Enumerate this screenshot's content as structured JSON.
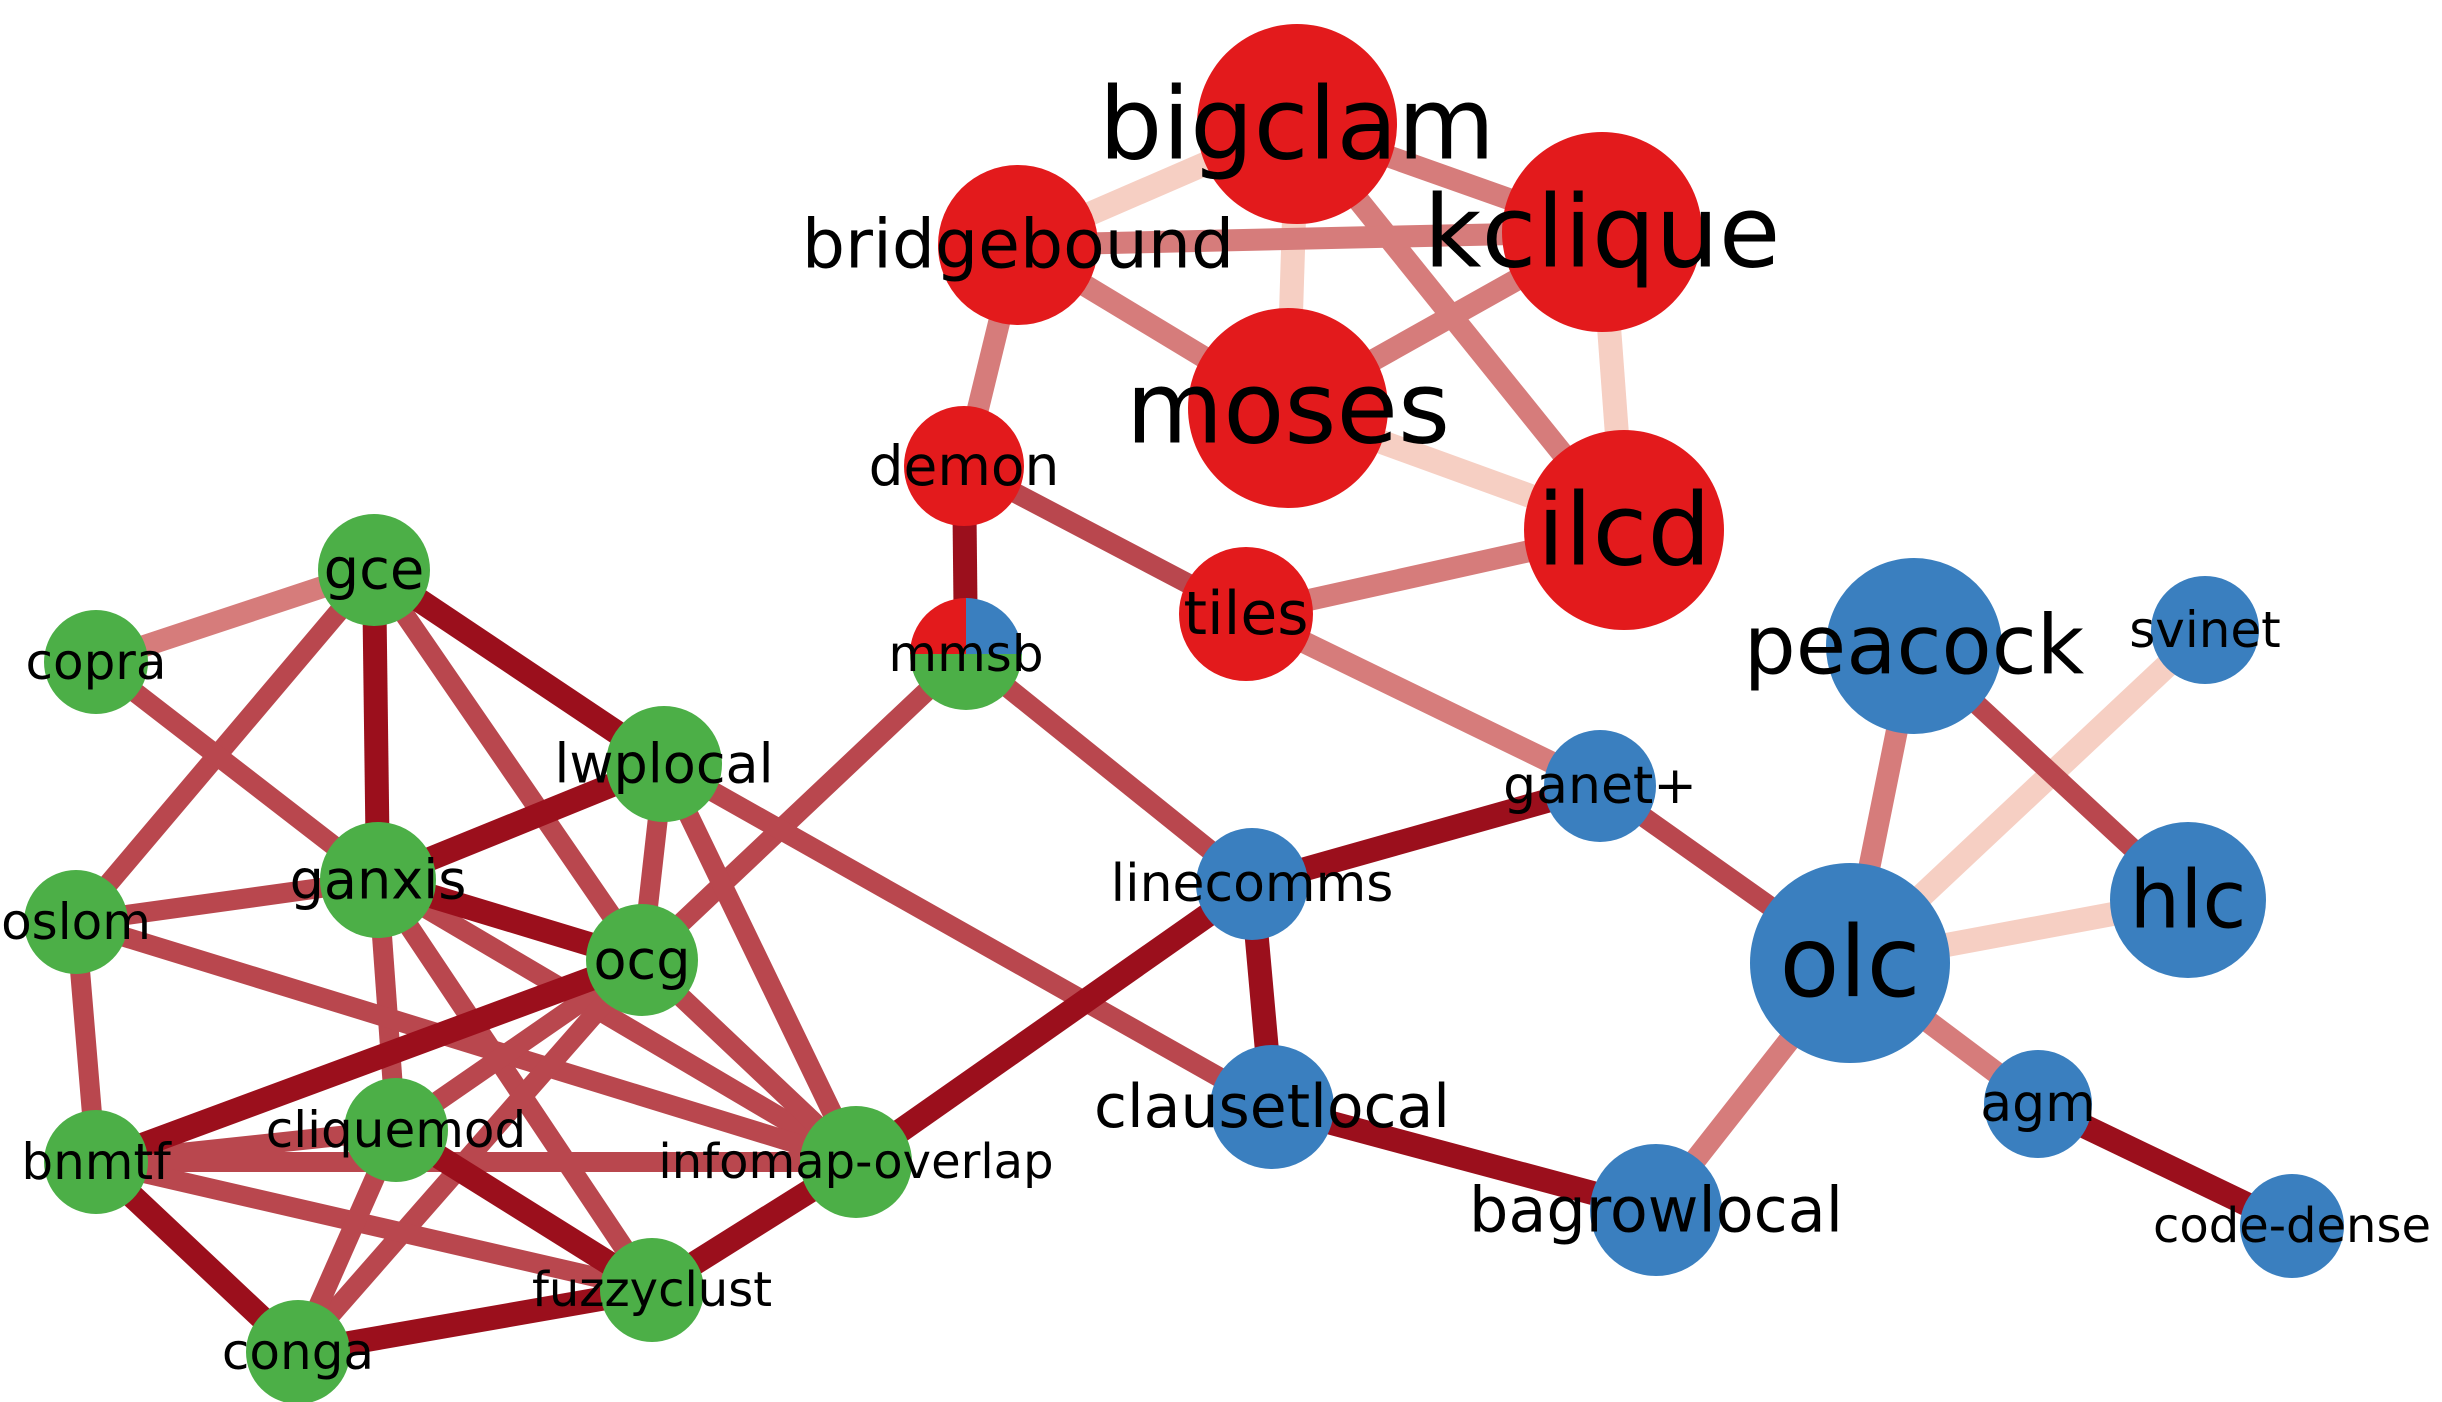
{
  "colors": {
    "red_group": "#e31a1c",
    "blue_group": "#3a7fbf",
    "green_group": "#4caf47",
    "edge_strong": "#9b0f1c",
    "edge_medium": "#b9474e",
    "edge_light": "#d67c7b",
    "edge_faint": "#f6cfc3"
  },
  "nodes": [
    {
      "id": "bigclam",
      "label": "bigclam",
      "group": "red"
    },
    {
      "id": "kclique",
      "label": "kclique",
      "group": "red"
    },
    {
      "id": "bridgebound",
      "label": "bridgebound",
      "group": "red"
    },
    {
      "id": "moses",
      "label": "moses",
      "group": "red"
    },
    {
      "id": "ilcd",
      "label": "ilcd",
      "group": "red"
    },
    {
      "id": "demon",
      "label": "demon",
      "group": "red"
    },
    {
      "id": "tiles",
      "label": "tiles",
      "group": "red"
    },
    {
      "id": "mmsb",
      "label": "mmsb",
      "group": "mixed"
    },
    {
      "id": "peacock",
      "label": "peacock",
      "group": "blue"
    },
    {
      "id": "svinet",
      "label": "svinet",
      "group": "blue"
    },
    {
      "id": "ganet",
      "label": "ganet+",
      "group": "blue"
    },
    {
      "id": "linecomms",
      "label": "linecomms",
      "group": "blue"
    },
    {
      "id": "hlc",
      "label": "hlc",
      "group": "blue"
    },
    {
      "id": "olc",
      "label": "olc",
      "group": "blue"
    },
    {
      "id": "clausetlocal",
      "label": "clausetlocal",
      "group": "blue"
    },
    {
      "id": "agm",
      "label": "agm",
      "group": "blue"
    },
    {
      "id": "bagrowlocal",
      "label": "bagrowlocal",
      "group": "blue"
    },
    {
      "id": "codedense",
      "label": "code-dense",
      "group": "blue"
    },
    {
      "id": "gce",
      "label": "gce",
      "group": "green"
    },
    {
      "id": "copra",
      "label": "copra",
      "group": "green"
    },
    {
      "id": "lwplocal",
      "label": "lwplocal",
      "group": "green"
    },
    {
      "id": "ganxis",
      "label": "ganxis",
      "group": "green"
    },
    {
      "id": "oslom",
      "label": "oslom",
      "group": "green"
    },
    {
      "id": "ocg",
      "label": "ocg",
      "group": "green"
    },
    {
      "id": "bnmtf",
      "label": "bnmtf",
      "group": "green"
    },
    {
      "id": "cliquemod",
      "label": "cliquemod",
      "group": "green"
    },
    {
      "id": "infomap",
      "label": "infomap-overlap",
      "group": "green"
    },
    {
      "id": "fuzzyclust",
      "label": "fuzzyclust",
      "group": "green"
    },
    {
      "id": "conga",
      "label": "conga",
      "group": "green"
    }
  ],
  "edges": [
    {
      "from": "bigclam",
      "to": "kclique",
      "strength": "light"
    },
    {
      "from": "bigclam",
      "to": "bridgebound",
      "strength": "faint"
    },
    {
      "from": "bigclam",
      "to": "moses",
      "strength": "faint"
    },
    {
      "from": "bigclam",
      "to": "ilcd",
      "strength": "light"
    },
    {
      "from": "bridgebound",
      "to": "kclique",
      "strength": "light"
    },
    {
      "from": "bridgebound",
      "to": "moses",
      "strength": "light"
    },
    {
      "from": "bridgebound",
      "to": "demon",
      "strength": "light"
    },
    {
      "from": "kclique",
      "to": "moses",
      "strength": "light"
    },
    {
      "from": "kclique",
      "to": "ilcd",
      "strength": "faint"
    },
    {
      "from": "moses",
      "to": "ilcd",
      "strength": "faint"
    },
    {
      "from": "ilcd",
      "to": "tiles",
      "strength": "light"
    },
    {
      "from": "demon",
      "to": "tiles",
      "strength": "medium"
    },
    {
      "from": "demon",
      "to": "mmsb",
      "strength": "strong"
    },
    {
      "from": "tiles",
      "to": "ganet",
      "strength": "light"
    },
    {
      "from": "mmsb",
      "to": "linecomms",
      "strength": "medium"
    },
    {
      "from": "mmsb",
      "to": "ocg",
      "strength": "medium"
    },
    {
      "from": "ganet",
      "to": "linecomms",
      "strength": "strong"
    },
    {
      "from": "ganet",
      "to": "olc",
      "strength": "medium"
    },
    {
      "from": "peacock",
      "to": "olc",
      "strength": "light"
    },
    {
      "from": "peacock",
      "to": "hlc",
      "strength": "medium"
    },
    {
      "from": "svinet",
      "to": "olc",
      "strength": "faint"
    },
    {
      "from": "hlc",
      "to": "olc",
      "strength": "faint"
    },
    {
      "from": "olc",
      "to": "agm",
      "strength": "light"
    },
    {
      "from": "olc",
      "to": "bagrowlocal",
      "strength": "light"
    },
    {
      "from": "agm",
      "to": "codedense",
      "strength": "strong"
    },
    {
      "from": "linecomms",
      "to": "clausetlocal",
      "strength": "strong"
    },
    {
      "from": "linecomms",
      "to": "infomap",
      "strength": "strong"
    },
    {
      "from": "clausetlocal",
      "to": "bagrowlocal",
      "strength": "strong"
    },
    {
      "from": "lwplocal",
      "to": "clausetlocal",
      "strength": "medium"
    },
    {
      "from": "gce",
      "to": "copra",
      "strength": "light"
    },
    {
      "from": "gce",
      "to": "lwplocal",
      "strength": "strong"
    },
    {
      "from": "gce",
      "to": "ganxis",
      "strength": "strong"
    },
    {
      "from": "gce",
      "to": "oslom",
      "strength": "medium"
    },
    {
      "from": "gce",
      "to": "ocg",
      "strength": "medium"
    },
    {
      "from": "copra",
      "to": "ganxis",
      "strength": "medium"
    },
    {
      "from": "lwplocal",
      "to": "ganxis",
      "strength": "strong"
    },
    {
      "from": "lwplocal",
      "to": "ocg",
      "strength": "medium"
    },
    {
      "from": "lwplocal",
      "to": "infomap",
      "strength": "medium"
    },
    {
      "from": "ganxis",
      "to": "oslom",
      "strength": "medium"
    },
    {
      "from": "ganxis",
      "to": "ocg",
      "strength": "strong"
    },
    {
      "from": "ganxis",
      "to": "cliquemod",
      "strength": "medium"
    },
    {
      "from": "ganxis",
      "to": "infomap",
      "strength": "medium"
    },
    {
      "from": "ganxis",
      "to": "fuzzyclust",
      "strength": "medium"
    },
    {
      "from": "oslom",
      "to": "bnmtf",
      "strength": "medium"
    },
    {
      "from": "oslom",
      "to": "infomap",
      "strength": "medium"
    },
    {
      "from": "ocg",
      "to": "bnmtf",
      "strength": "strong"
    },
    {
      "from": "ocg",
      "to": "cliquemod",
      "strength": "medium"
    },
    {
      "from": "ocg",
      "to": "infomap",
      "strength": "medium"
    },
    {
      "from": "ocg",
      "to": "conga",
      "strength": "medium"
    },
    {
      "from": "bnmtf",
      "to": "cliquemod",
      "strength": "medium"
    },
    {
      "from": "bnmtf",
      "to": "infomap",
      "strength": "medium"
    },
    {
      "from": "bnmtf",
      "to": "fuzzyclust",
      "strength": "medium"
    },
    {
      "from": "bnmtf",
      "to": "conga",
      "strength": "strong"
    },
    {
      "from": "cliquemod",
      "to": "fuzzyclust",
      "strength": "strong"
    },
    {
      "from": "cliquemod",
      "to": "conga",
      "strength": "medium"
    },
    {
      "from": "infomap",
      "to": "fuzzyclust",
      "strength": "strong"
    },
    {
      "from": "fuzzyclust",
      "to": "conga",
      "strength": "strong"
    }
  ]
}
